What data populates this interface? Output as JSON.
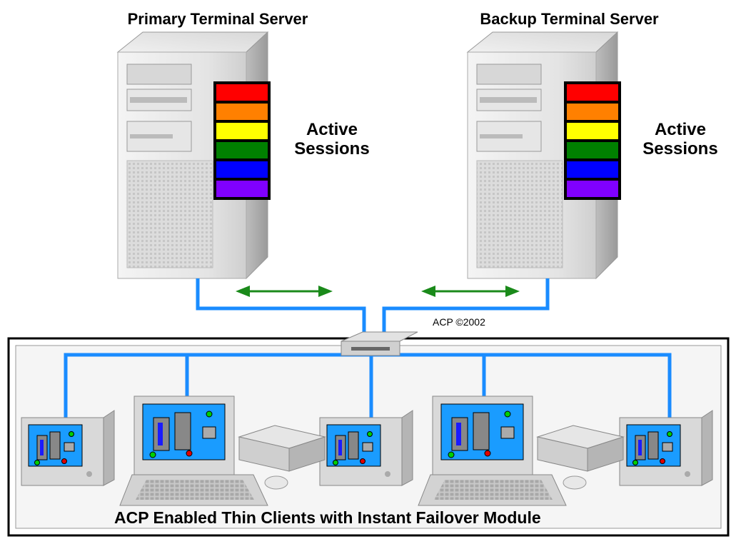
{
  "servers": {
    "primary": {
      "title": "Primary Terminal Server",
      "sessions_label_1": "Active",
      "sessions_label_2": "Sessions"
    },
    "backup": {
      "title": "Backup Terminal Server",
      "sessions_label_1": "Active",
      "sessions_label_2": "Sessions"
    }
  },
  "session_colors": [
    "#ff0000",
    "#ff8000",
    "#ffff00",
    "#008000",
    "#0000ff",
    "#8000ff"
  ],
  "network": {
    "copyright": "ACP ©2002",
    "line_color": "#1a8cff",
    "arrow_color": "#1a8a1a"
  },
  "clients": {
    "caption": "ACP Enabled Thin Clients with Instant Failover Module"
  }
}
